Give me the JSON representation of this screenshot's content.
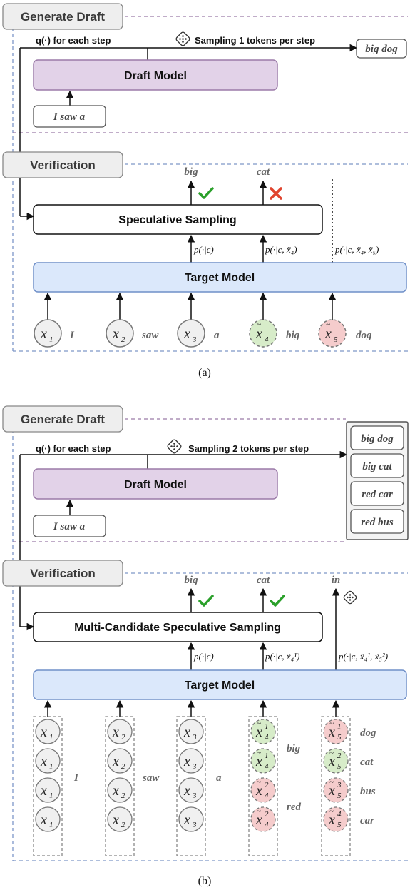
{
  "panel_a": {
    "generate_draft": "Generate Draft",
    "q_label": "q(·) for each step",
    "sampling_label": "Sampling 1 tokens per step",
    "draft_output": "big dog",
    "draft_model": "Draft Model",
    "draft_input": "I saw a",
    "verification": "Verification",
    "accepted_token": "big",
    "rejected_token": "cat",
    "speculative_sampling": "Speculative Sampling",
    "p1": "p(·|c)",
    "p2": "p(·|c, x̃₄)",
    "p3": "p(·|c, x̃₄, x̃₅)",
    "target_model": "Target Model",
    "tokens": [
      "I",
      "saw",
      "a",
      "big",
      "dog"
    ],
    "caption": "(a)"
  },
  "panel_b": {
    "generate_draft": "Generate Draft",
    "q_label": "q(·) for each step",
    "sampling_label": "Sampling 2 tokens per step",
    "draft_outputs": [
      "big dog",
      "big cat",
      "red car",
      "red bus"
    ],
    "draft_model": "Draft Model",
    "draft_input": "I saw a",
    "verification": "Verification",
    "out_tokens": [
      "big",
      "cat",
      "in"
    ],
    "mcss": "Multi-Candidate Speculative Sampling",
    "p1": "p(·|c)",
    "p2": "p(·|c, x̃₄¹)",
    "p3": "p(·|c, x̃₄¹, x̃₅²)",
    "target_model": "Target Model",
    "tokens": [
      "I",
      "saw",
      "a"
    ],
    "col4_tokens": [
      "big",
      "red"
    ],
    "col5_tokens": [
      "dog",
      "cat",
      "bus",
      "car"
    ],
    "caption": "(b)"
  },
  "colors": {
    "purple_fill": "#e2d2e8",
    "purple_stroke": "#9b7aa8",
    "blue_fill": "#dbe8fb",
    "blue_stroke": "#6f8fc8",
    "green_fill": "#d7ecc9",
    "red_fill": "#f5cccc",
    "check": "#2aa02a",
    "cross": "#e0442e"
  }
}
